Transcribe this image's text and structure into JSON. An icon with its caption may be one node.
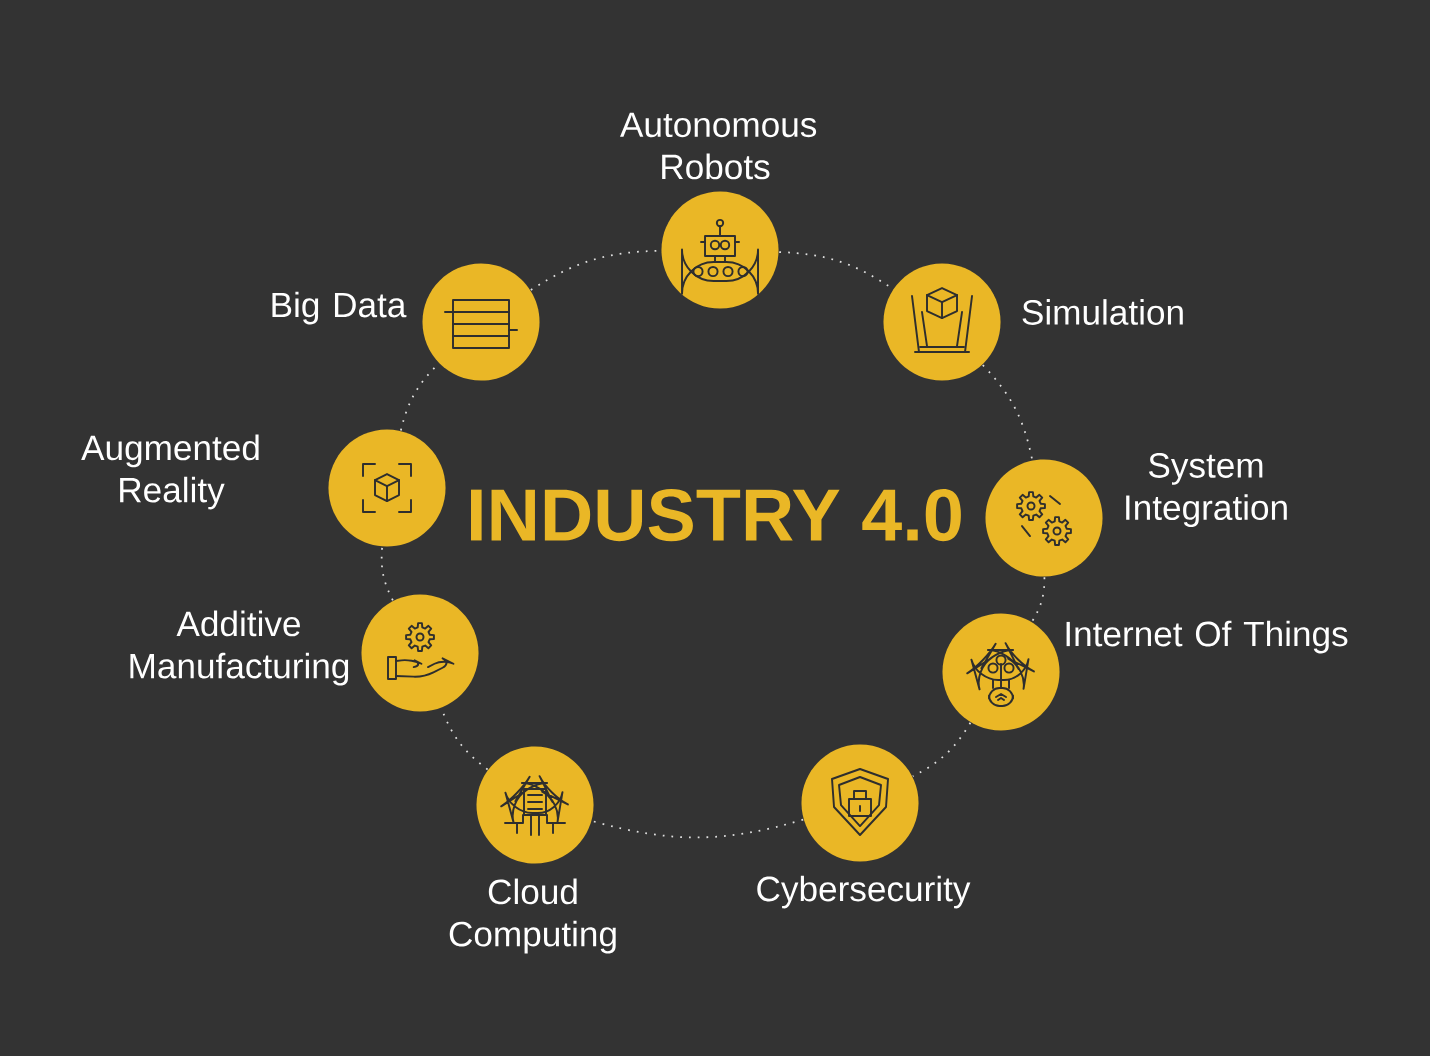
{
  "diagram": {
    "title": "INDUSTRY 4.0",
    "nodes": [
      {
        "text": [
          "Autonomous Robots"
        ]
      },
      {
        "text": [
          "Simulation"
        ]
      },
      {
        "text": [
          "System Integration"
        ]
      },
      {
        "text": [
          "Internet Of Things"
        ]
      },
      {
        "text": [
          "Cybersecurity"
        ]
      },
      {
        "text": [
          "Cloud Computing"
        ]
      },
      {
        "text": [
          "Additive Manufacturing"
        ]
      },
      {
        "text": [
          "Augmented Reality"
        ]
      },
      {
        "text": [
          "Big Data"
        ]
      }
    ],
    "edges": [
      {
        "from": 0,
        "to": 1,
        "arrow": "none"
      },
      {
        "from": 1,
        "to": 2,
        "arrow": "none"
      },
      {
        "from": 2,
        "to": 3,
        "arrow": "none"
      },
      {
        "from": 3,
        "to": 4,
        "arrow": "none"
      },
      {
        "from": 4,
        "to": 5,
        "arrow": "none"
      },
      {
        "from": 5,
        "to": 6,
        "arrow": "none"
      },
      {
        "from": 6,
        "to": 7,
        "arrow": "none"
      },
      {
        "from": 7,
        "to": 8,
        "arrow": "none"
      },
      {
        "from": 8,
        "to": 0,
        "arrow": "none"
      }
    ]
  }
}
